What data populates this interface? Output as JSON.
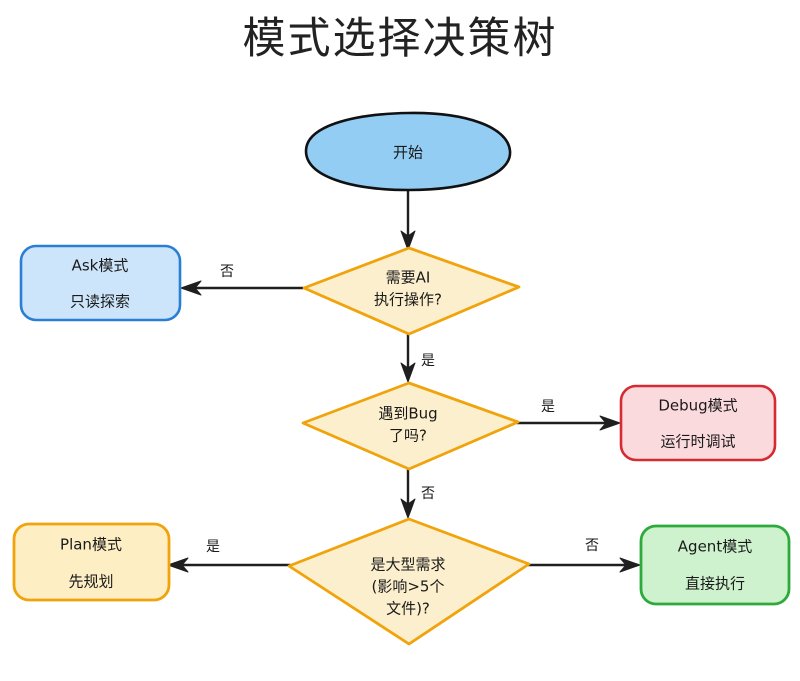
{
  "title": "模式选择决策树",
  "colors": {
    "start_fill": "#93cdf3",
    "start_stroke": "#111111",
    "decision_fill": "#fcefcd",
    "decision_stroke": "#f0a30a",
    "ask_fill": "#cce5fb",
    "ask_stroke": "#2a7fd4",
    "debug_fill": "#fadadd",
    "debug_stroke": "#d62b32",
    "plan_fill": "#fdeec4",
    "plan_stroke": "#f0a30a",
    "agent_fill": "#cdf2cd",
    "agent_stroke": "#2eaa3c",
    "edge": "#1f1f1f",
    "text": "#1a1a1a"
  },
  "nodes": {
    "start": {
      "label": "开始",
      "shape": "ellipse"
    },
    "decision_1": {
      "line1": "需要AI",
      "line2": "执行操作?",
      "shape": "diamond"
    },
    "decision_2": {
      "line1": "遇到Bug",
      "line2": "了吗?",
      "shape": "diamond"
    },
    "decision_3": {
      "line1": "是大型需求",
      "line2": "(影响>5个",
      "line3": "文件)?",
      "shape": "diamond"
    },
    "ask": {
      "title": "Ask模式",
      "subtitle": "只读探索",
      "shape": "rounded-rect"
    },
    "debug": {
      "title": "Debug模式",
      "subtitle": "运行时调试",
      "shape": "rounded-rect"
    },
    "plan": {
      "title": "Plan模式",
      "subtitle": "先规划",
      "shape": "rounded-rect"
    },
    "agent": {
      "title": "Agent模式",
      "subtitle": "直接执行",
      "shape": "rounded-rect"
    }
  },
  "edges": {
    "start_to_d1": {
      "label": ""
    },
    "d1_to_ask": {
      "label": "否"
    },
    "d1_to_d2": {
      "label": "是"
    },
    "d2_to_debug": {
      "label": "是"
    },
    "d2_to_d3": {
      "label": "否"
    },
    "d3_to_plan": {
      "label": "是"
    },
    "d3_to_agent": {
      "label": "否"
    }
  }
}
